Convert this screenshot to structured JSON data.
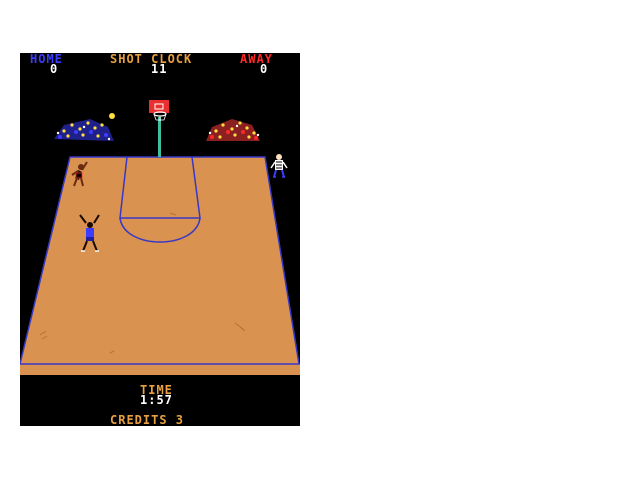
{
  "scoreboard": {
    "home_label": "HOME",
    "home_score": "0",
    "shot_clock_label": "SHOT CLOCK",
    "shot_clock_value": "11",
    "away_label": "AWAY",
    "away_score": "0"
  },
  "footer": {
    "time_label": "TIME",
    "time_value": "1:57",
    "credits_text": "CREDITS 3"
  },
  "colors": {
    "background": "#000000",
    "court": "#d9924f",
    "court_line": "#3838c8",
    "home": "#3c3cff",
    "away": "#ff2828",
    "shot_clock_label": "#e8a040",
    "white_text": "#ffffff",
    "footer_text": "#e8a040",
    "backboard": "#e83030",
    "pole": "#3ec0a0",
    "ball": "#ffe040"
  },
  "icons": [
    "basketball-hoop-icon",
    "basketball-icon",
    "home-crowd-icon",
    "away-crowd-icon",
    "referee-icon",
    "player-icon"
  ]
}
